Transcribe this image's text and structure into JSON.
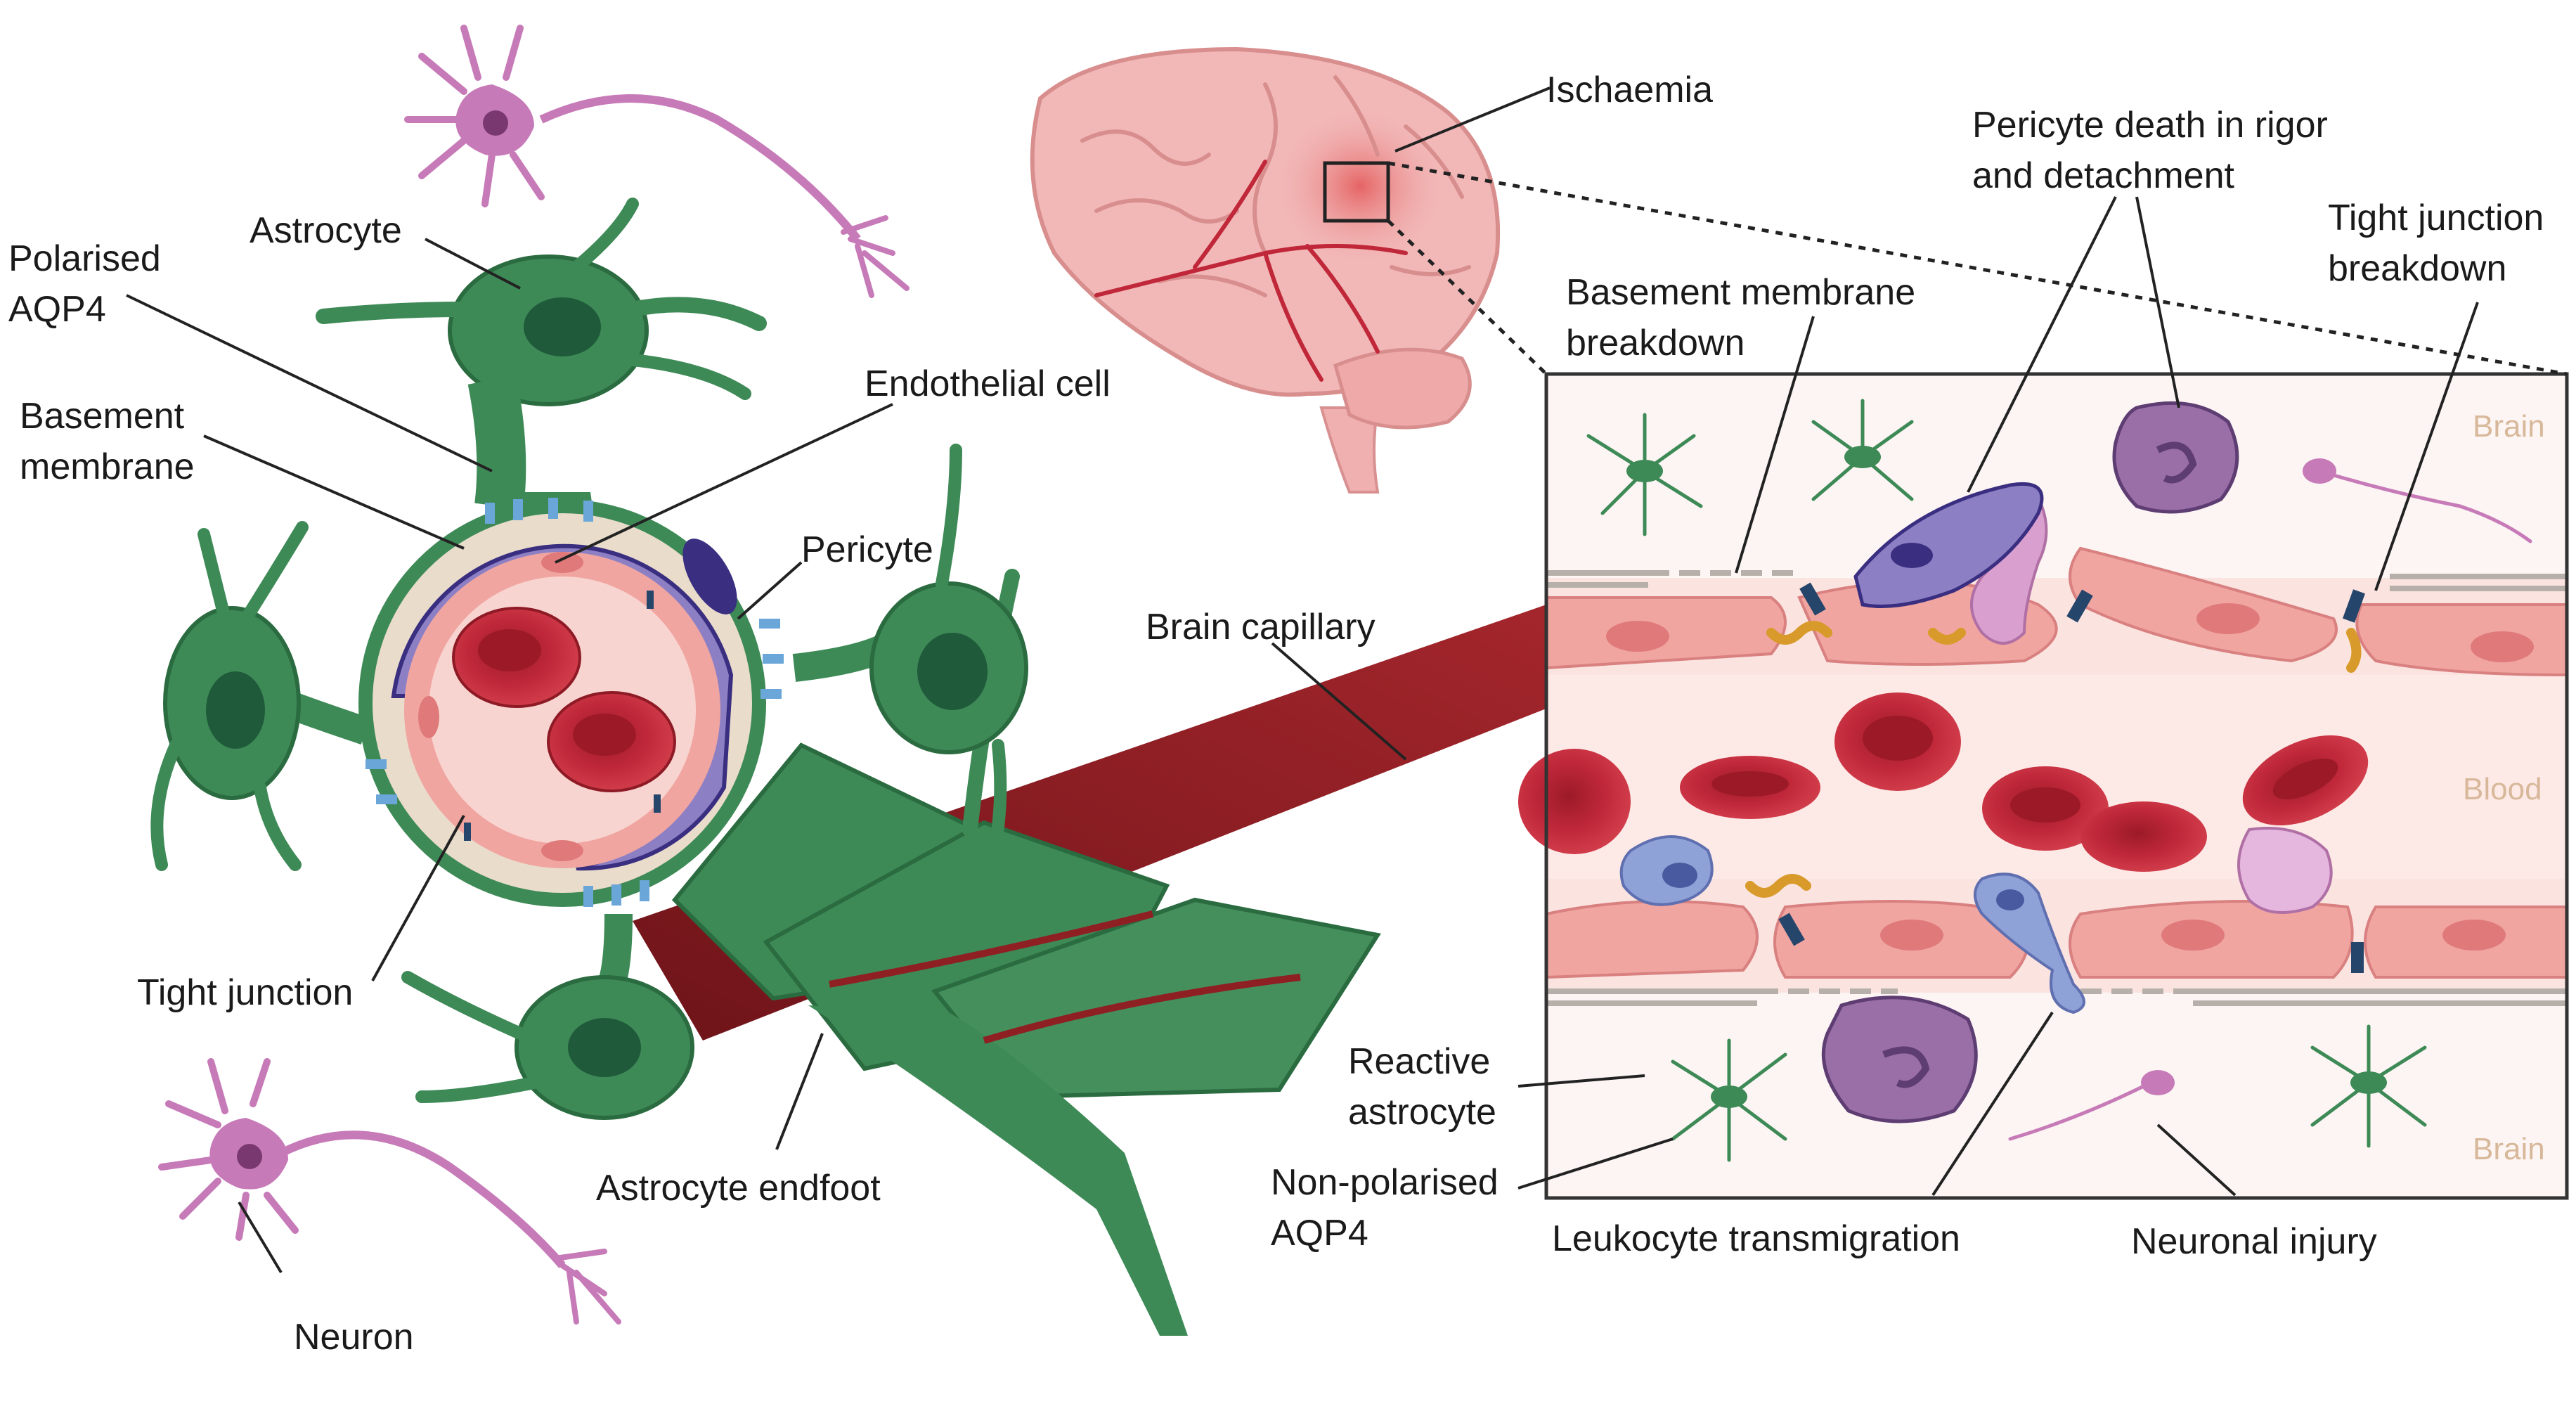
{
  "labels": {
    "astrocyte": "Astrocyte",
    "polarised_aqp4": [
      "Polarised",
      "AQP4"
    ],
    "basement_membrane": [
      "Basement",
      "membrane"
    ],
    "endothelial_cell": "Endothelial cell",
    "pericyte": "Pericyte",
    "tight_junction": "Tight junction",
    "neuron": "Neuron",
    "astrocyte_endfoot": "Astrocyte endfoot",
    "brain_capillary": "Brain capillary",
    "ischaemia": "Ischaemia",
    "pericyte_death": [
      "Pericyte death in rigor",
      "and detachment"
    ],
    "tight_junction_breakdown": [
      "Tight junction",
      "breakdown"
    ],
    "basement_membrane_breakdown": [
      "Basement membrane",
      "breakdown"
    ],
    "reactive_astrocyte": [
      "Reactive",
      "astrocyte"
    ],
    "non_polarised_aqp4": [
      "Non-polarised",
      "AQP4"
    ],
    "leukocyte_transmigration": "Leukocyte transmigration",
    "neuronal_injury": "Neuronal injury"
  },
  "region_tags": {
    "brain_top": "Brain",
    "blood": "Blood",
    "brain_bottom": "Brain"
  },
  "colors": {
    "astrocyte_green": "#3e8a57",
    "astrocyte_dark": "#1f5a3a",
    "neuron_pink": "#c77ab8",
    "pericyte_purple": "#8c7fc4",
    "endothelium_pink": "#f0a5a0",
    "rbc_red": "#c0283a",
    "capillary_red": "#8e2024",
    "leukocyte_blue": "#8fa2d8",
    "aqp4_blue": "#6aa6d8",
    "junction_navy": "#25456b",
    "mmp_orange": "#d89a2a",
    "region_tag": "#d8b89a",
    "brain_pink": "#f2b8b8",
    "ischaemia_red": "#e26a6a"
  }
}
